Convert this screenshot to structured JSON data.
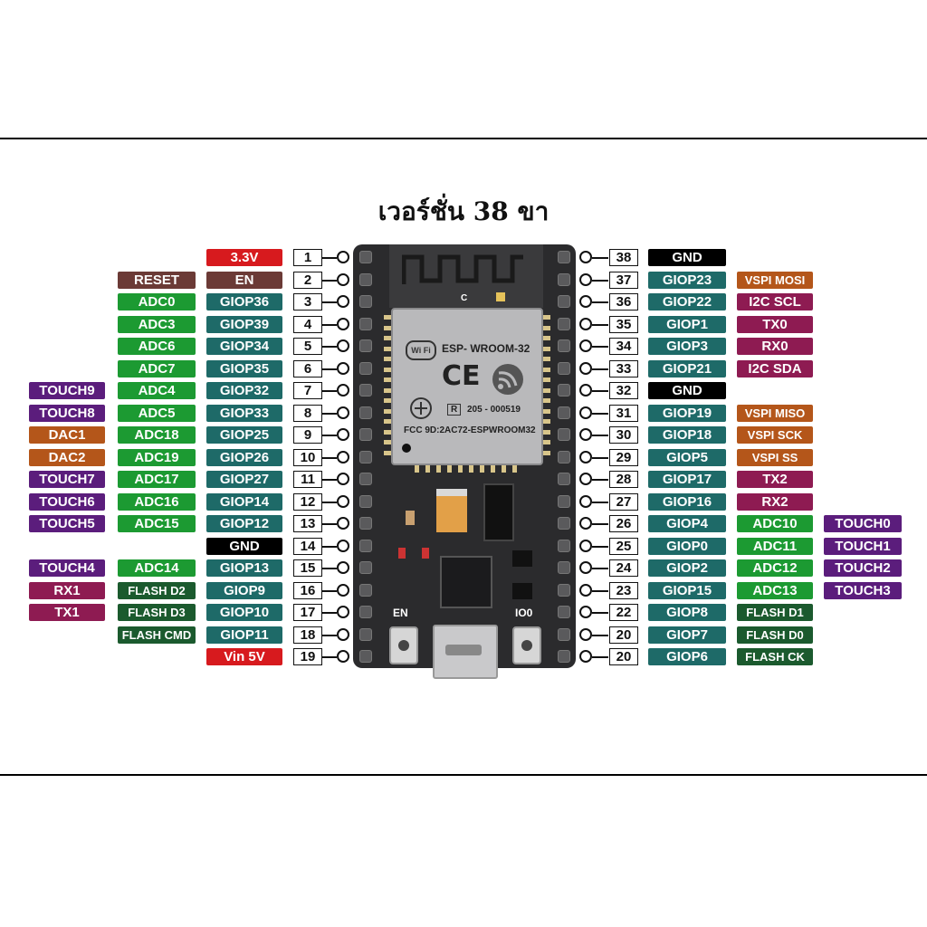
{
  "title": "เวอร์ชั่น 38 ขา",
  "colors": {
    "power_red": "#d71a1e",
    "reset_brown": "#6b3a36",
    "adc_green": "#1c9a32",
    "gpio_teal": "#1e6a68",
    "touch_purple": "#5b1d7c",
    "dac_orange": "#b4561a",
    "uart_magenta": "#8e1b52",
    "flash_green": "#1b5a2e",
    "gnd_black": "#000000"
  },
  "board": {
    "module_name": "ESP- WROOM-32",
    "wifi_logo": "Wi Fi",
    "ce_mark": "CE",
    "cert_code": "205 - 000519",
    "fcc_id": "FCC 9D:2AC72-ESPWROOM32",
    "antenna_mark": "C",
    "r_mark": "R",
    "en_button": "EN",
    "io0_button": "IO0"
  },
  "left_pins": [
    {
      "num": "1",
      "pin": "3.3V",
      "pin_color": "power_red",
      "f1": "",
      "f1_color": "",
      "f2": "",
      "f2_color": ""
    },
    {
      "num": "2",
      "pin": "EN",
      "pin_color": "reset_brown",
      "f1": "RESET",
      "f1_color": "reset_brown",
      "f2": "",
      "f2_color": ""
    },
    {
      "num": "3",
      "pin": "GIOP36",
      "pin_color": "gpio_teal",
      "f1": "ADC0",
      "f1_color": "adc_green",
      "f2": "",
      "f2_color": ""
    },
    {
      "num": "4",
      "pin": "GIOP39",
      "pin_color": "gpio_teal",
      "f1": "ADC3",
      "f1_color": "adc_green",
      "f2": "",
      "f2_color": ""
    },
    {
      "num": "5",
      "pin": "GIOP34",
      "pin_color": "gpio_teal",
      "f1": "ADC6",
      "f1_color": "adc_green",
      "f2": "",
      "f2_color": ""
    },
    {
      "num": "6",
      "pin": "GIOP35",
      "pin_color": "gpio_teal",
      "f1": "ADC7",
      "f1_color": "adc_green",
      "f2": "",
      "f2_color": ""
    },
    {
      "num": "7",
      "pin": "GIOP32",
      "pin_color": "gpio_teal",
      "f1": "ADC4",
      "f1_color": "adc_green",
      "f2": "TOUCH9",
      "f2_color": "touch_purple"
    },
    {
      "num": "8",
      "pin": "GIOP33",
      "pin_color": "gpio_teal",
      "f1": "ADC5",
      "f1_color": "adc_green",
      "f2": "TOUCH8",
      "f2_color": "touch_purple"
    },
    {
      "num": "9",
      "pin": "GIOP25",
      "pin_color": "gpio_teal",
      "f1": "ADC18",
      "f1_color": "adc_green",
      "f2": "DAC1",
      "f2_color": "dac_orange"
    },
    {
      "num": "10",
      "pin": "GIOP26",
      "pin_color": "gpio_teal",
      "f1": "ADC19",
      "f1_color": "adc_green",
      "f2": "DAC2",
      "f2_color": "dac_orange"
    },
    {
      "num": "11",
      "pin": "GIOP27",
      "pin_color": "gpio_teal",
      "f1": "ADC17",
      "f1_color": "adc_green",
      "f2": "TOUCH7",
      "f2_color": "touch_purple"
    },
    {
      "num": "12",
      "pin": "GIOP14",
      "pin_color": "gpio_teal",
      "f1": "ADC16",
      "f1_color": "adc_green",
      "f2": "TOUCH6",
      "f2_color": "touch_purple"
    },
    {
      "num": "13",
      "pin": "GIOP12",
      "pin_color": "gpio_teal",
      "f1": "ADC15",
      "f1_color": "adc_green",
      "f2": "TOUCH5",
      "f2_color": "touch_purple"
    },
    {
      "num": "14",
      "pin": "GND",
      "pin_color": "gnd_black",
      "f1": "",
      "f1_color": "",
      "f2": "",
      "f2_color": ""
    },
    {
      "num": "15",
      "pin": "GIOP13",
      "pin_color": "gpio_teal",
      "f1": "ADC14",
      "f1_color": "adc_green",
      "f2": "TOUCH4",
      "f2_color": "touch_purple"
    },
    {
      "num": "16",
      "pin": "GIOP9",
      "pin_color": "gpio_teal",
      "f1": "FLASH D2",
      "f1_color": "flash_green",
      "f2": "RX1",
      "f2_color": "uart_magenta"
    },
    {
      "num": "17",
      "pin": "GIOP10",
      "pin_color": "gpio_teal",
      "f1": "FLASH D3",
      "f1_color": "flash_green",
      "f2": "TX1",
      "f2_color": "uart_magenta"
    },
    {
      "num": "18",
      "pin": "GIOP11",
      "pin_color": "gpio_teal",
      "f1": "FLASH CMD",
      "f1_color": "flash_green",
      "f2": "",
      "f2_color": ""
    },
    {
      "num": "19",
      "pin": "Vin 5V",
      "pin_color": "power_red",
      "f1": "",
      "f1_color": "",
      "f2": "",
      "f2_color": ""
    }
  ],
  "right_pins": [
    {
      "num": "38",
      "pin": "GND",
      "pin_color": "gnd_black",
      "f1": "",
      "f1_color": "",
      "f2": "",
      "f2_color": ""
    },
    {
      "num": "37",
      "pin": "GIOP23",
      "pin_color": "gpio_teal",
      "f1": "VSPI MOSI",
      "f1_color": "dac_orange",
      "f2": "",
      "f2_color": ""
    },
    {
      "num": "36",
      "pin": "GIOP22",
      "pin_color": "gpio_teal",
      "f1": "I2C SCL",
      "f1_color": "uart_magenta",
      "f2": "",
      "f2_color": ""
    },
    {
      "num": "35",
      "pin": "GIOP1",
      "pin_color": "gpio_teal",
      "f1": "TX0",
      "f1_color": "uart_magenta",
      "f2": "",
      "f2_color": ""
    },
    {
      "num": "34",
      "pin": "GIOP3",
      "pin_color": "gpio_teal",
      "f1": "RX0",
      "f1_color": "uart_magenta",
      "f2": "",
      "f2_color": ""
    },
    {
      "num": "33",
      "pin": "GIOP21",
      "pin_color": "gpio_teal",
      "f1": "I2C SDA",
      "f1_color": "uart_magenta",
      "f2": "",
      "f2_color": ""
    },
    {
      "num": "32",
      "pin": "GND",
      "pin_color": "gnd_black",
      "f1": "",
      "f1_color": "",
      "f2": "",
      "f2_color": ""
    },
    {
      "num": "31",
      "pin": "GIOP19",
      "pin_color": "gpio_teal",
      "f1": "VSPI MISO",
      "f1_color": "dac_orange",
      "f2": "",
      "f2_color": ""
    },
    {
      "num": "30",
      "pin": "GIOP18",
      "pin_color": "gpio_teal",
      "f1": "VSPI SCK",
      "f1_color": "dac_orange",
      "f2": "",
      "f2_color": ""
    },
    {
      "num": "29",
      "pin": "GIOP5",
      "pin_color": "gpio_teal",
      "f1": "VSPI SS",
      "f1_color": "dac_orange",
      "f2": "",
      "f2_color": ""
    },
    {
      "num": "28",
      "pin": "GIOP17",
      "pin_color": "gpio_teal",
      "f1": "TX2",
      "f1_color": "uart_magenta",
      "f2": "",
      "f2_color": ""
    },
    {
      "num": "27",
      "pin": "GIOP16",
      "pin_color": "gpio_teal",
      "f1": "RX2",
      "f1_color": "uart_magenta",
      "f2": "",
      "f2_color": ""
    },
    {
      "num": "26",
      "pin": "GIOP4",
      "pin_color": "gpio_teal",
      "f1": "ADC10",
      "f1_color": "adc_green",
      "f2": "TOUCH0",
      "f2_color": "touch_purple"
    },
    {
      "num": "25",
      "pin": "GIOP0",
      "pin_color": "gpio_teal",
      "f1": "ADC11",
      "f1_color": "adc_green",
      "f2": "TOUCH1",
      "f2_color": "touch_purple"
    },
    {
      "num": "24",
      "pin": "GIOP2",
      "pin_color": "gpio_teal",
      "f1": "ADC12",
      "f1_color": "adc_green",
      "f2": "TOUCH2",
      "f2_color": "touch_purple"
    },
    {
      "num": "23",
      "pin": "GIOP15",
      "pin_color": "gpio_teal",
      "f1": "ADC13",
      "f1_color": "adc_green",
      "f2": "TOUCH3",
      "f2_color": "touch_purple"
    },
    {
      "num": "22",
      "pin": "GIOP8",
      "pin_color": "gpio_teal",
      "f1": "FLASH D1",
      "f1_color": "flash_green",
      "f2": "",
      "f2_color": ""
    },
    {
      "num": "20",
      "pin": "GIOP7",
      "pin_color": "gpio_teal",
      "f1": "FLASH D0",
      "f1_color": "flash_green",
      "f2": "",
      "f2_color": ""
    },
    {
      "num": "20",
      "pin": "GIOP6",
      "pin_color": "gpio_teal",
      "f1": "FLASH CK",
      "f1_color": "flash_green",
      "f2": "",
      "f2_color": ""
    }
  ]
}
